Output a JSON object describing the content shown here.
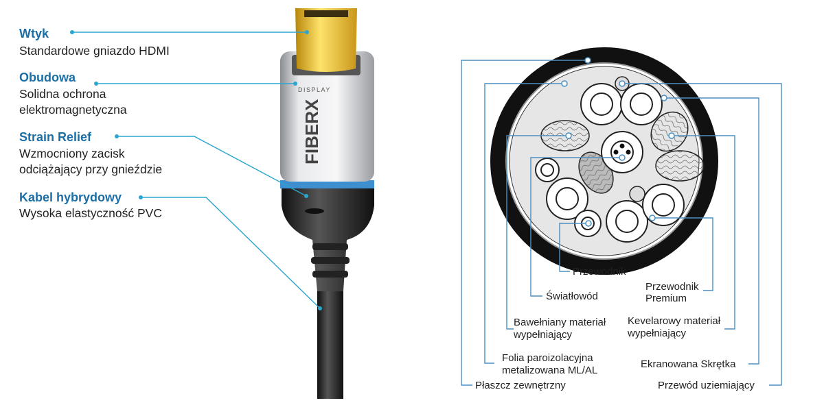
{
  "left_features": [
    {
      "title": "Wtyk",
      "desc": [
        "Standardowe gniazdo  HDMI"
      ]
    },
    {
      "title": "Obudowa",
      "desc": [
        "Solidna ochrona",
        "elektromagnetyczna"
      ]
    },
    {
      "title": "Strain Relief",
      "desc": [
        "Wzmocniony zacisk",
        "odciążający przy gnieździe"
      ]
    },
    {
      "title": "Kabel hybrydowy",
      "desc": [
        "Wysoka elastyczność PVC"
      ]
    }
  ],
  "connector": {
    "brand": "FIBERX",
    "port_label": "DISPLAY"
  },
  "cross_section_labels": {
    "przewodnik": "Przewodnik",
    "swiatlowod": "Światłowód",
    "bawelniany": [
      "Bawełniany materiał",
      "wypełniający"
    ],
    "folia": [
      "Folia paroizolacyjna",
      "metalizowana ML/AL"
    ],
    "plaszcz": "Płaszcz zewnętrzny",
    "premium": [
      "Przewodnik",
      "Premium"
    ],
    "kevlar": [
      "Kevelarowy materiał",
      "wypełniający"
    ],
    "skretka": "Ekranowana Skrętka",
    "uziemiajacy": "Przewód uziemiający"
  },
  "colors": {
    "accent": "#1b6ea6",
    "line": "#2aa6cf",
    "band": "#3d8fd0"
  }
}
